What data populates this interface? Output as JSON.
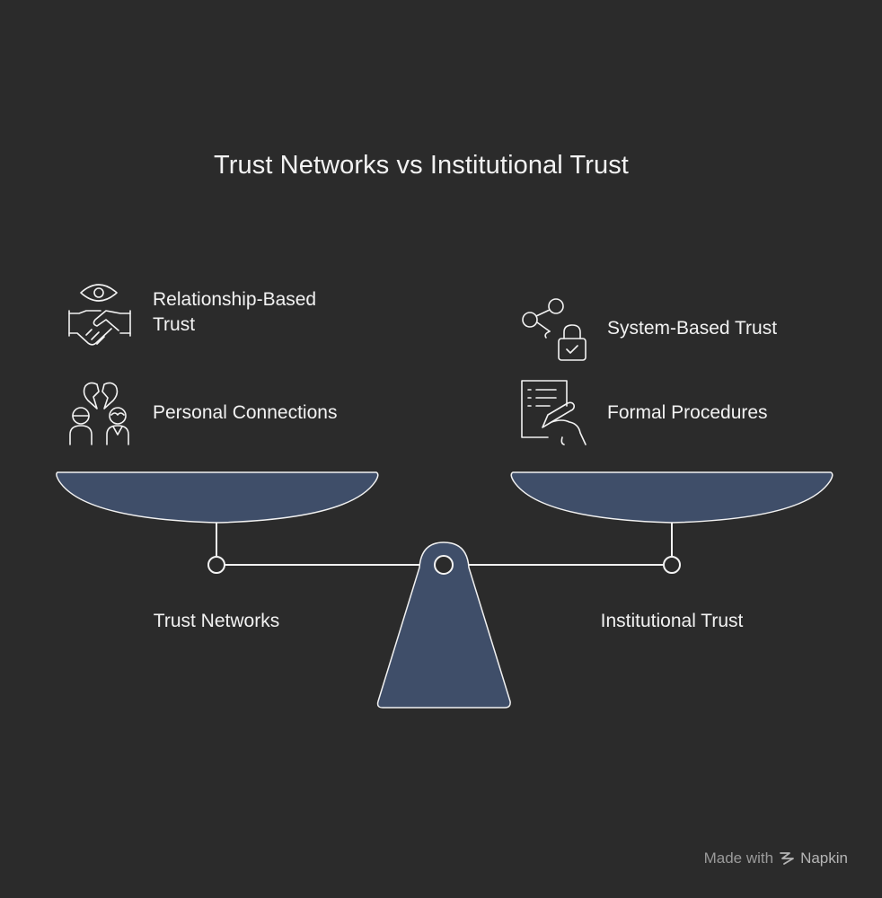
{
  "title": "Trust Networks vs Institutional Trust",
  "left": {
    "label": "Trust Networks",
    "items": [
      {
        "label_line1": "Relationship-Based",
        "label_line2": "Trust",
        "icon": "handshake-eye-icon"
      },
      {
        "label": "Personal Connections",
        "icon": "people-broken-heart-icon"
      }
    ]
  },
  "right": {
    "label": "Institutional Trust",
    "items": [
      {
        "label": "System-Based Trust",
        "icon": "network-lock-icon"
      },
      {
        "label": "Formal Procedures",
        "icon": "document-pen-icon"
      }
    ]
  },
  "watermark": {
    "made_with": "Made with",
    "brand": "Napkin"
  },
  "colors": {
    "background": "#2b2b2b",
    "pan_fill": "#3f4e69",
    "line": "#f2f2f2",
    "text": "#f2f2f2",
    "watermark": "#9a9a9a"
  }
}
